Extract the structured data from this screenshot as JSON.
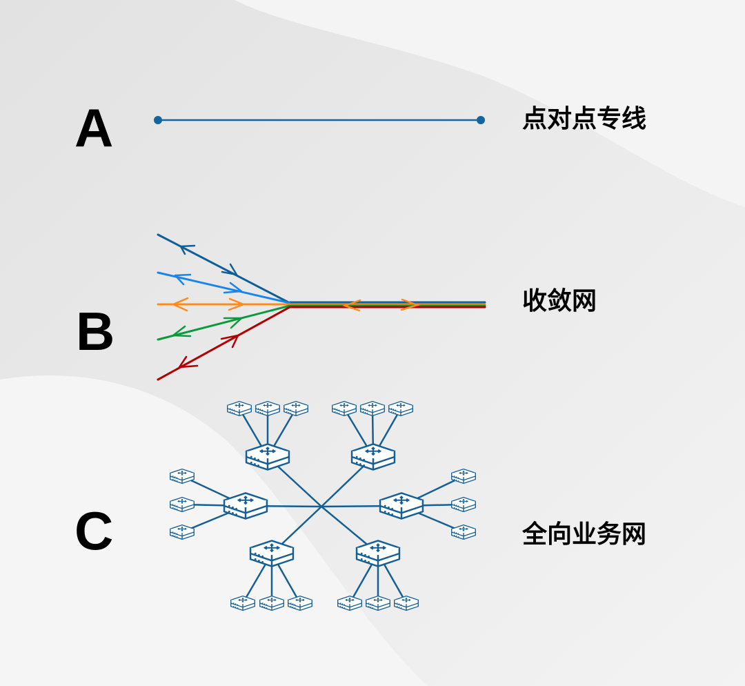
{
  "rows": [
    {
      "letter": "A",
      "label": "点对点专线"
    },
    {
      "letter": "B",
      "label": "收敛网"
    },
    {
      "letter": "C",
      "label": "全向业务网"
    }
  ],
  "colors": {
    "line_blue": "#1464a0",
    "dark_blue": "#0f5f96",
    "light_blue": "#1a85e8",
    "orange": "#ff8c1a",
    "green": "#0a9a3c",
    "red": "#b00000",
    "device": "#155f95"
  }
}
